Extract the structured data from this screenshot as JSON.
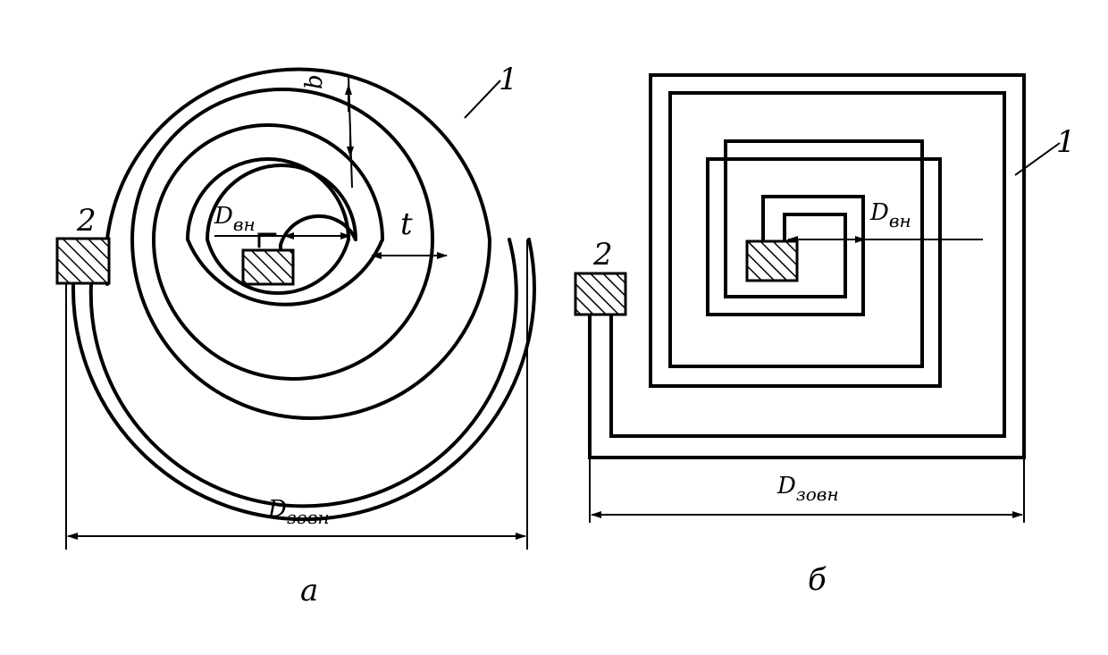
{
  "figure": {
    "panel_a": {
      "caption": "a",
      "label_coil": "1",
      "label_pad": "2",
      "label_inner_dia": {
        "main": "D",
        "sub": "вн"
      },
      "label_outer_dia": {
        "main": "D",
        "sub": "зовн"
      },
      "label_pitch": "t",
      "label_width": "b"
    },
    "panel_b": {
      "caption": "б",
      "label_coil": "1",
      "label_pad": "2",
      "label_inner_dia": {
        "main": "D",
        "sub": "вн"
      },
      "label_outer_dia": {
        "main": "D",
        "sub": "зовн"
      }
    },
    "colors": {
      "ink": "#000000",
      "paper": "#ffffff"
    }
  }
}
